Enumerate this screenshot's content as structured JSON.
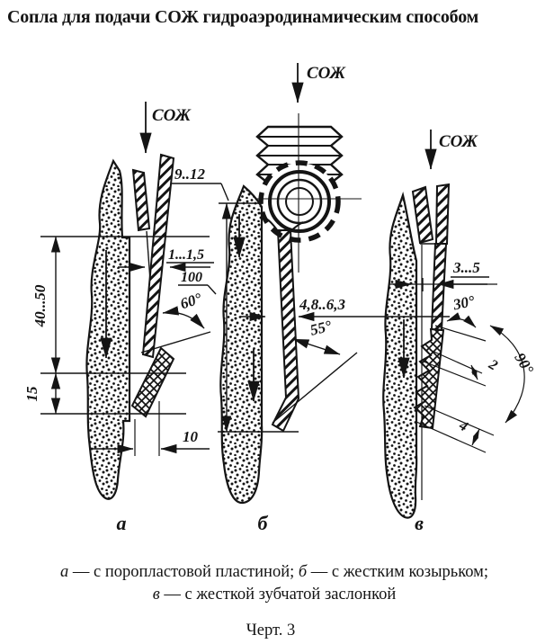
{
  "title": "Сопла для подачи СОЖ гидроаэродинамическим способом",
  "colors": {
    "ink": "#141414",
    "paper": "#ffffff"
  },
  "figures": {
    "a": {
      "label": "а",
      "coolant": "СОЖ",
      "dims": {
        "wheel_width": "40...50",
        "plate_height": "15",
        "taper_numerator": "1...1,5",
        "taper_denominator": "100",
        "nozzle_angle": "60°",
        "plate_width": "10"
      }
    },
    "b": {
      "label": "б",
      "coolant": "СОЖ",
      "dims": {
        "outlet_height": "9..12",
        "outlet_width": "4,8..6,3",
        "visor_angle": "55°"
      }
    },
    "v": {
      "label": "в",
      "coolant": "СОЖ",
      "dims": {
        "gap": "3...5",
        "flap_angle": "30°",
        "swing_angle": "90°",
        "tooth_pitch": "2",
        "tooth_height": "4"
      }
    }
  },
  "caption": {
    "a_key": "а",
    "a_text": " — с поропластовой пластиной; ",
    "b_key": "б",
    "b_text": " — с жестким козырьком;",
    "v_key": "в",
    "v_text": " — с жесткой зубчатой заслонкой",
    "figure_number": "Черт.  3"
  }
}
